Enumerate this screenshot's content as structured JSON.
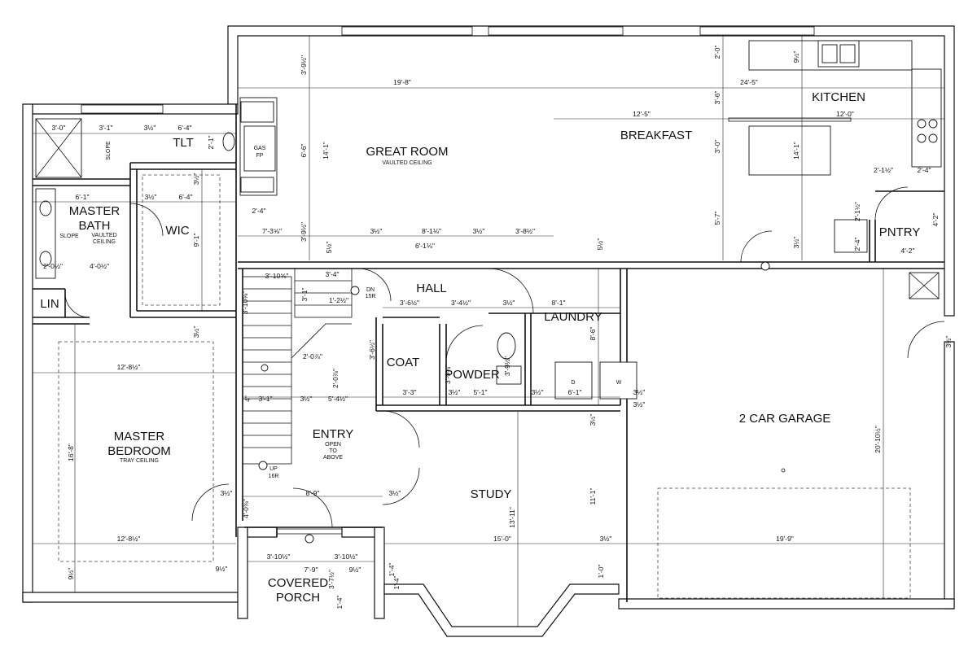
{
  "rooms": {
    "great_room": "GREAT ROOM",
    "great_room_sub": "VAULTED CEILING",
    "breakfast": "BREAKFAST",
    "kitchen": "KITCHEN",
    "pntry": "PNTRY",
    "master_bath_1": "MASTER",
    "master_bath_2": "BATH",
    "master_bath_sub_1": "VAULTED",
    "master_bath_sub_2": "CEILING",
    "tlt": "TLT",
    "wic": "WIC",
    "lin": "LIN",
    "hall": "HALL",
    "laundry": "LAUNDRY",
    "coat": "COAT",
    "powder": "POWDER",
    "master_bedroom_1": "MASTER",
    "master_bedroom_2": "BEDROOM",
    "master_bedroom_sub": "TRAY CEILING",
    "entry": "ENTRY",
    "entry_sub_1": "OPEN",
    "entry_sub_2": "TO",
    "entry_sub_3": "ABOVE",
    "study": "STUDY",
    "garage": "2 CAR GARAGE",
    "porch_1": "COVERED",
    "porch_2": "PORCH",
    "gas_fp_1": "GAS",
    "gas_fp_2": "FP",
    "slope_bath": "SLOPE",
    "slope_tlt": "SLOPE",
    "stair_dn": "DN",
    "stair_dn_r": "15R",
    "stair_up": "UP",
    "stair_up_r": "16R"
  },
  "dims": {
    "gr_width": "19'-8\"",
    "kit_width": "24'-5\"",
    "bk_width": "12'-5\"",
    "kit_12": "12'-0\"",
    "top_9_5": "3'-9½\"",
    "gr_66": "6'-6\"",
    "gr_141": "14'-1\"",
    "gr_395": "3'-9½\"",
    "k_20": "2'-0\"",
    "k_36": "3'-6\"",
    "k_30": "3'-0\"",
    "k_57": "5'-7\"",
    "k_95": "9½\"",
    "k_141": "14'-1\"",
    "k_215": "2'-1½\"",
    "k_24": "2'-4\"",
    "k_215b": "2'-1½\"",
    "k_24b": "2'-4\"",
    "k_42": "4'-2\"",
    "k_42b": "4'-2\"",
    "k_35a": "3½\"",
    "k_55": "5½\"",
    "gr_24": "2'-4\"",
    "gr_7358": "7'-3⅝\"",
    "gr_35": "3½\"",
    "gr_8118": "8'-1⅛\"",
    "gr_35b": "3½\"",
    "gr_385": "3'-8½\"",
    "gr_6118": "6'-1⅛\"",
    "gr_55": "5½\"",
    "mb_30": "3'-0\"",
    "mb_31": "3'-1\"",
    "mb_35": "3½\"",
    "mb_64": "6'-4\"",
    "mb_21": "2'-1\"",
    "mb_611": "6'-1\"",
    "mb_35b": "3½\"",
    "mb_64b": "6'-4\"",
    "mb_205": "2'-0½\"",
    "mb_405": "4'-0½\"",
    "wic_91": "9'-1\"",
    "wic_35": "3½\"",
    "hall_3105": "3'-10⅝\"",
    "hall_34": "3'-4\"",
    "hall_3105v": "3'-10⅝\"",
    "hall_31": "3'-1\"",
    "hall_125": "1'-2½\"",
    "hall_365": "3'-6½\"",
    "hall_345": "3'-4½\"",
    "hall_35": "3½\"",
    "hall_81": "8'-1\"",
    "l_86": "8'-6\"",
    "c_365": "3'-6½\"",
    "c_2078": "2'-0⅞\"",
    "c_2078b": "2'-0⅞\"",
    "c_398": "3'-9⅜\"",
    "c_33": "3'-3\"",
    "c_35": "3½\"",
    "c_51": "5'-1\"",
    "c_35b": "3½\"",
    "c_61": "6'-1\"",
    "c_35c": "3½\"",
    "p_395": "3'-9½\"",
    "e_31": "3'-1\"",
    "e_35": "3½\"",
    "e_5405": "5'-4½\"",
    "e_4": "4\"",
    "bed_1285": "12'-8½\"",
    "bed_168": "16'-8\"",
    "bed_35": "3½\"",
    "bed_1285b": "12'-8½\"",
    "bed_95": "9½\"",
    "bed_95b": "9½\"",
    "e_35b": "3½\"",
    "e_4038": "4'-0⅜\"",
    "e_89": "8'-9\"",
    "e_35c": "3½\"",
    "po_3105": "3'-10½\"",
    "po_3105b": "3'-10½\"",
    "po_79": "7'-9\"",
    "po_95": "9½\"",
    "po_375": "3'-7½\"",
    "po_14": "1'-4\"",
    "po_14b": "1'-4\"",
    "s_150": "15'-0\"",
    "s_35": "3½\"",
    "s_1311": "13'-11\"",
    "s_111": "11'-1\"",
    "s_10": "1'-0\"",
    "s_35v": "3½\"",
    "s_14": "1'-4\"",
    "g_199": "19'-9\"",
    "g_20105": "20'-10½\"",
    "g_35": "3½\"",
    "l_35": "3½\""
  },
  "colors": {
    "line": "#111111",
    "background": "#ffffff"
  }
}
